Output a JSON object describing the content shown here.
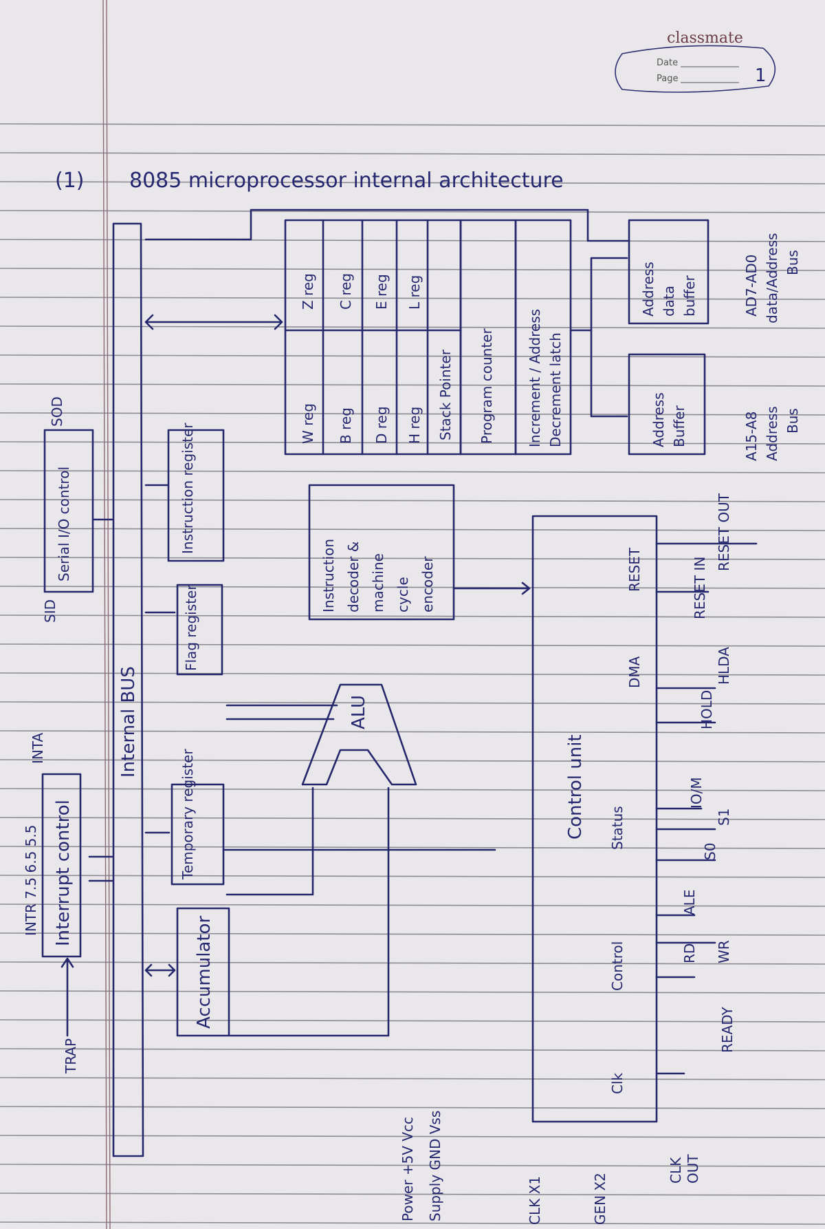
{
  "notebook": {
    "brand": "classmate",
    "date_label": "Date",
    "page_label": "Page",
    "page_number": "1"
  },
  "heading": {
    "number": "(1)",
    "text": "8085 microprocessor internal architecture"
  },
  "bus": {
    "label": "Internal BUS"
  },
  "blocks": {
    "interrupt_control": "Interrupt control",
    "serial_io_control": "Serial I/O control",
    "accumulator": "Accumulator",
    "temporary_register": "Temporary register",
    "flag_register": "Flag register",
    "instruction_register": "Instruction register",
    "alu": "ALU",
    "instruction_decoder": [
      "Instruction",
      "decoder &",
      "machine",
      "cycle",
      "encoder"
    ],
    "control_unit": "Control unit",
    "address_buffer": [
      "Address",
      "Buffer"
    ],
    "address_data_buffer": [
      "Address",
      "data",
      "buffer"
    ],
    "inc_dec_latch": [
      "Increment / Address",
      "Decrement latch"
    ]
  },
  "register_file": {
    "rows": [
      {
        "left": "W reg",
        "right": "Z reg"
      },
      {
        "left": "B reg",
        "right": "C reg"
      },
      {
        "left": "D reg",
        "right": "E reg"
      },
      {
        "left": "H reg",
        "right": "L reg"
      }
    ],
    "stack_pointer": "Stack Pointer",
    "program_counter": "Program counter"
  },
  "signals": {
    "interrupts": "INTR 7.5 6.5 5.5",
    "trap": "TRAP",
    "inta": "INTA",
    "sid": "SID",
    "sod": "SOD",
    "power_supply": [
      "Power +5V Vcc",
      "Supply GND Vss"
    ],
    "clk_gen": [
      "CLK X1",
      "GEN X2"
    ],
    "clk_out": [
      "CLK",
      "OUT"
    ],
    "groups": {
      "clk": "Clk",
      "control": "Control",
      "status": "Status",
      "dma": "DMA",
      "reset": "RESET"
    },
    "control_pins": [
      "READY",
      "RD",
      "WR",
      "ALE"
    ],
    "status_pins": [
      "S0",
      "S1",
      "IO/M"
    ],
    "dma_pins": [
      "HOLD",
      "HLDA"
    ],
    "reset_pins": [
      "RESET IN",
      "RESET OUT"
    ],
    "address_bus_high": [
      "A15-A8",
      "Address",
      "Bus"
    ],
    "address_bus_low": [
      "AD7-AD0",
      "data/Address",
      "Bus"
    ]
  },
  "colors": {
    "ink": "#24276b",
    "paper": "#e9e7ea",
    "rule": "#6d6d78",
    "margin": "#8a6a74"
  }
}
